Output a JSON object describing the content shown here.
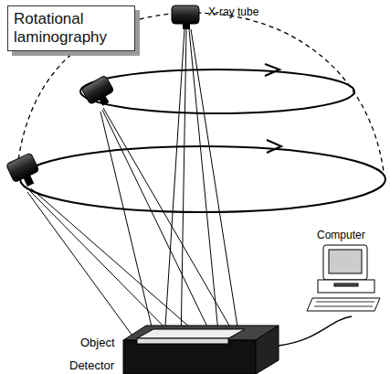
{
  "diagram": {
    "title": "Rotational laminography",
    "labels": [
      "X-ray tube",
      "Computer",
      "Object",
      "Detector"
    ]
  }
}
